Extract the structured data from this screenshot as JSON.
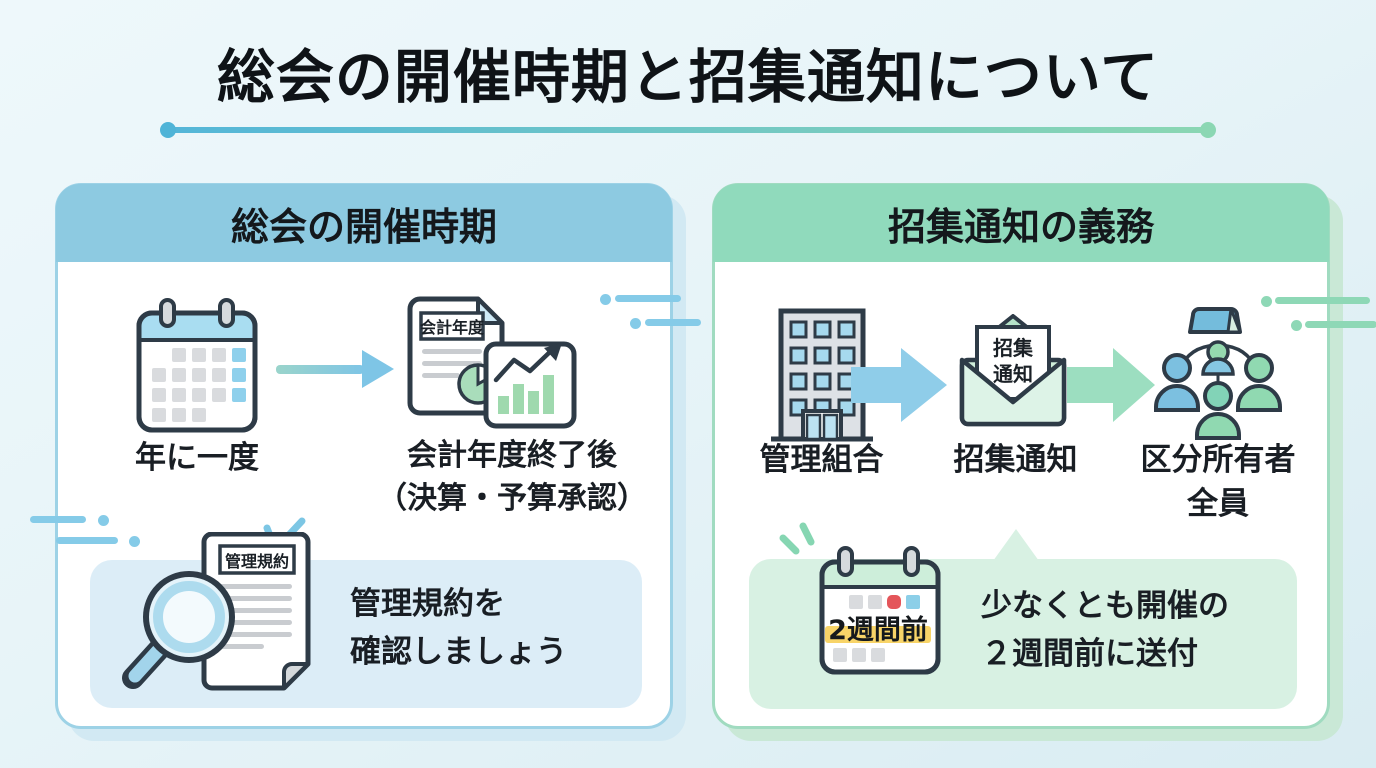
{
  "title": "総会の開催時期と招集通知について",
  "left_panel": {
    "header": "総会の開催時期",
    "step1_label": "年に一度",
    "doc_title": "会計年度",
    "step2_label_line1": "会計年度終了後",
    "step2_label_line2": "（決算・予算承認）",
    "note_doc_title": "管理規約",
    "note_line1": "管理規約を",
    "note_line2": "確認しましょう"
  },
  "right_panel": {
    "header": "招集通知の義務",
    "step1_label": "管理組合",
    "envelope_text_line1": "招集",
    "envelope_text_line2": "通知",
    "step2_label": "招集通知",
    "step3_label_line1": "区分所有者",
    "step3_label_line2": "全員",
    "note_calendar_label": "2週間前",
    "note_line1": "少なくとも開催の",
    "note_line2": "２週間前に送付"
  },
  "colors": {
    "background": "#e7f4f8",
    "title_text": "#0f1317",
    "underline_blue": "#54b6d8",
    "underline_green": "#8bd7b3",
    "left_header": "#8dcae1",
    "left_border": "#9dd2e6",
    "left_note_bg": "#dcedf7",
    "right_header": "#90dabc",
    "right_border": "#a0dbc0",
    "right_note_bg": "#d8f1e3",
    "arrow_blue": "#8fcde9",
    "arrow_green": "#9cdec0",
    "icon_outline": "#2e3b47",
    "calendar_blue": "#8ed0ec",
    "calendar_red": "#e4555a",
    "highlight_yellow": "#f8d468",
    "chart_green": "#9fd9ae"
  }
}
